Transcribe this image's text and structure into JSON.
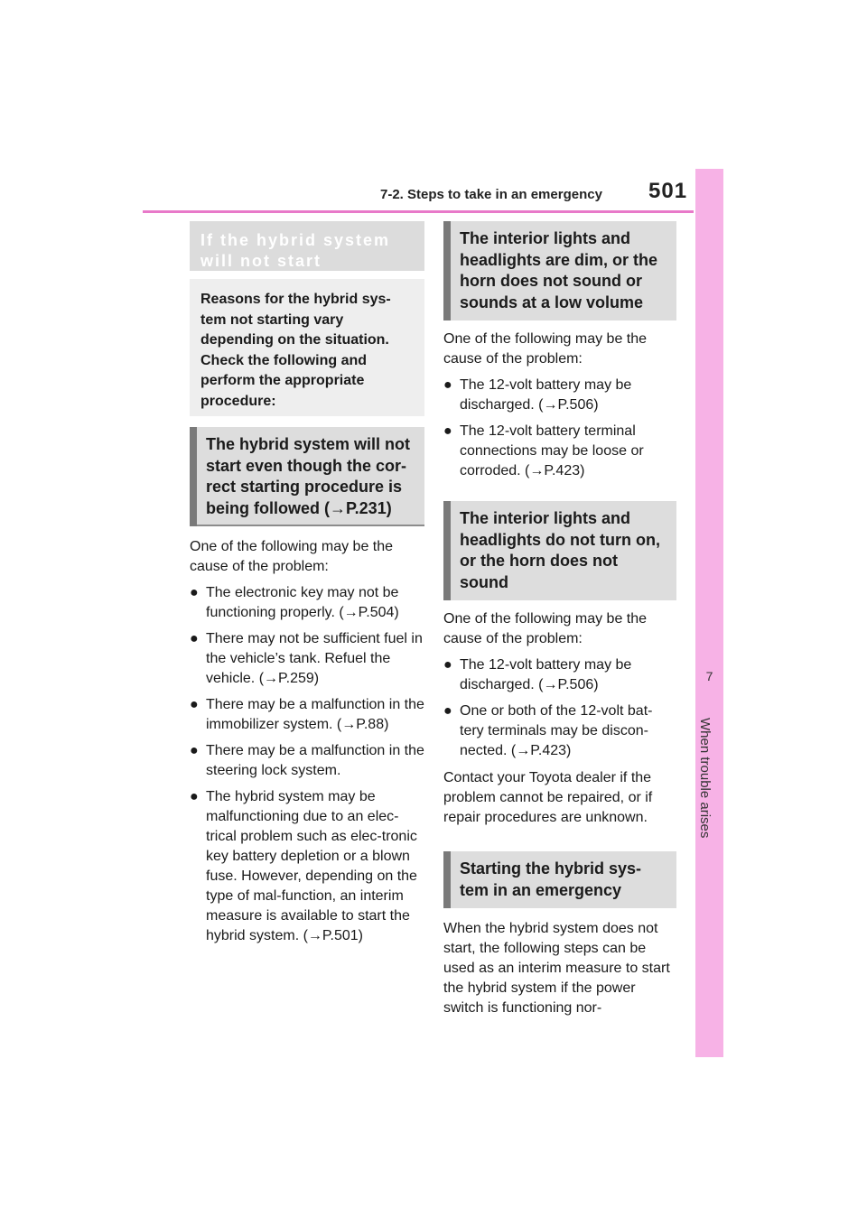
{
  "header": {
    "section": "7-2. Steps to take in an emergency",
    "page_number": "501"
  },
  "side_tab": {
    "chapter_number": "7",
    "chapter_label": "When trouble arises"
  },
  "left": {
    "title": "If the hybrid system will not start",
    "intro": "Reasons for the hybrid sys-tem not starting vary depending on the situation. Check the following and perform the appropriate procedure:",
    "sub1": "The hybrid system will not start even though the cor-rect starting procedure is being followed (→P.231)",
    "sub1_body": "One of the following may be the cause of the problem:",
    "bullets": [
      "The electronic key may not be functioning properly. (→P.504)",
      "There may not be sufficient fuel in the vehicle’s tank. Refuel the vehicle. (→P.259)",
      "There may be a malfunction in the immobilizer system. (→P.88)",
      "There may be a malfunction in the steering lock system.",
      "The hybrid system may be malfunctioning due to an elec-trical problem such as elec-tronic key battery depletion or a blown fuse. However, depending on the type of mal-function, an interim measure is available to start the hybrid system. (→P.501)"
    ]
  },
  "right": {
    "sub2": "The interior lights and headlights are dim, or the horn does not sound or sounds at a low volume",
    "sub2_body": "One of the following may be the cause of the problem:",
    "sub2_bullets": [
      "The 12-volt battery may be discharged. (→P.506)",
      "The 12-volt battery terminal connections may be loose or corroded. (→P.423)"
    ],
    "sub3": "The interior lights and headlights do not turn on, or the horn does not sound",
    "sub3_body": "One of the following may be the cause of the problem:",
    "sub3_bullets": [
      "The 12-volt battery may be discharged. (→P.506)",
      "One or both of the 12-volt bat-tery terminals may be discon-nected. (→P.423)"
    ],
    "sub3_after": "Contact your Toyota dealer if the problem cannot be repaired, or if repair procedures are unknown.",
    "sub4": "Starting the hybrid sys-tem in an emergency",
    "sub4_body": "When the hybrid system does not start, the following steps can be used as an interim measure to start the hybrid system if the power switch is functioning nor-"
  },
  "bullet_glyph": "●"
}
